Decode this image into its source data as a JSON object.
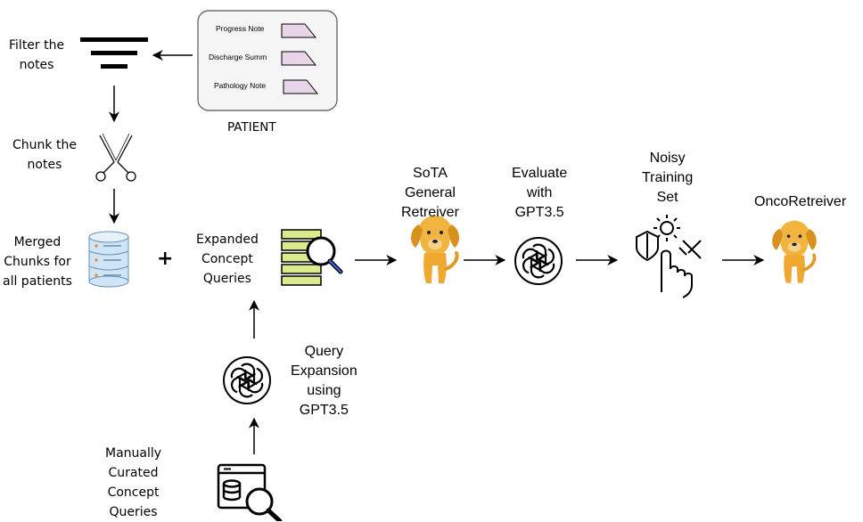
{
  "patient": {
    "label": "PATIENT",
    "notes": [
      "Progress Note",
      "Discharge Summ",
      "Pathology Note"
    ]
  },
  "steps": {
    "filter": [
      "Filter the",
      "notes"
    ],
    "chunk": [
      "Chunk the",
      "notes"
    ],
    "merged": [
      "Merged",
      "Chunks for",
      "all patients"
    ],
    "plus": "+",
    "expanded": [
      "Expanded",
      "Concept",
      "Queries"
    ],
    "query_expansion": [
      "Query",
      "Expansion",
      "using",
      "GPT3.5"
    ],
    "manual": [
      "Manually",
      "Curated",
      "Concept",
      "Queries"
    ],
    "sota": [
      "SoTA",
      "General",
      "Retreiver"
    ],
    "evaluate": [
      "Evaluate",
      "with",
      "GPT3.5"
    ],
    "noisy": [
      "Noisy",
      "Training",
      "Set"
    ],
    "onco": [
      "OncoRetreiver"
    ]
  },
  "icons": {
    "filter": "filter-icon",
    "scissors": "scissors-icon",
    "database": "database-icon",
    "search_list": "database-search-icon",
    "gpt": "openai-logo-icon",
    "dog": "golden-retriever-dog-icon",
    "noisy": "gear-shield-hand-icon",
    "browser_search": "browser-database-search-icon"
  },
  "colors": {
    "note_tag": "#e8d5e8",
    "db_fill": "#cfe4f5",
    "list_fill": "#d9ea8f",
    "dog": "#f0a830",
    "patient_box": "#f5f5f5"
  }
}
